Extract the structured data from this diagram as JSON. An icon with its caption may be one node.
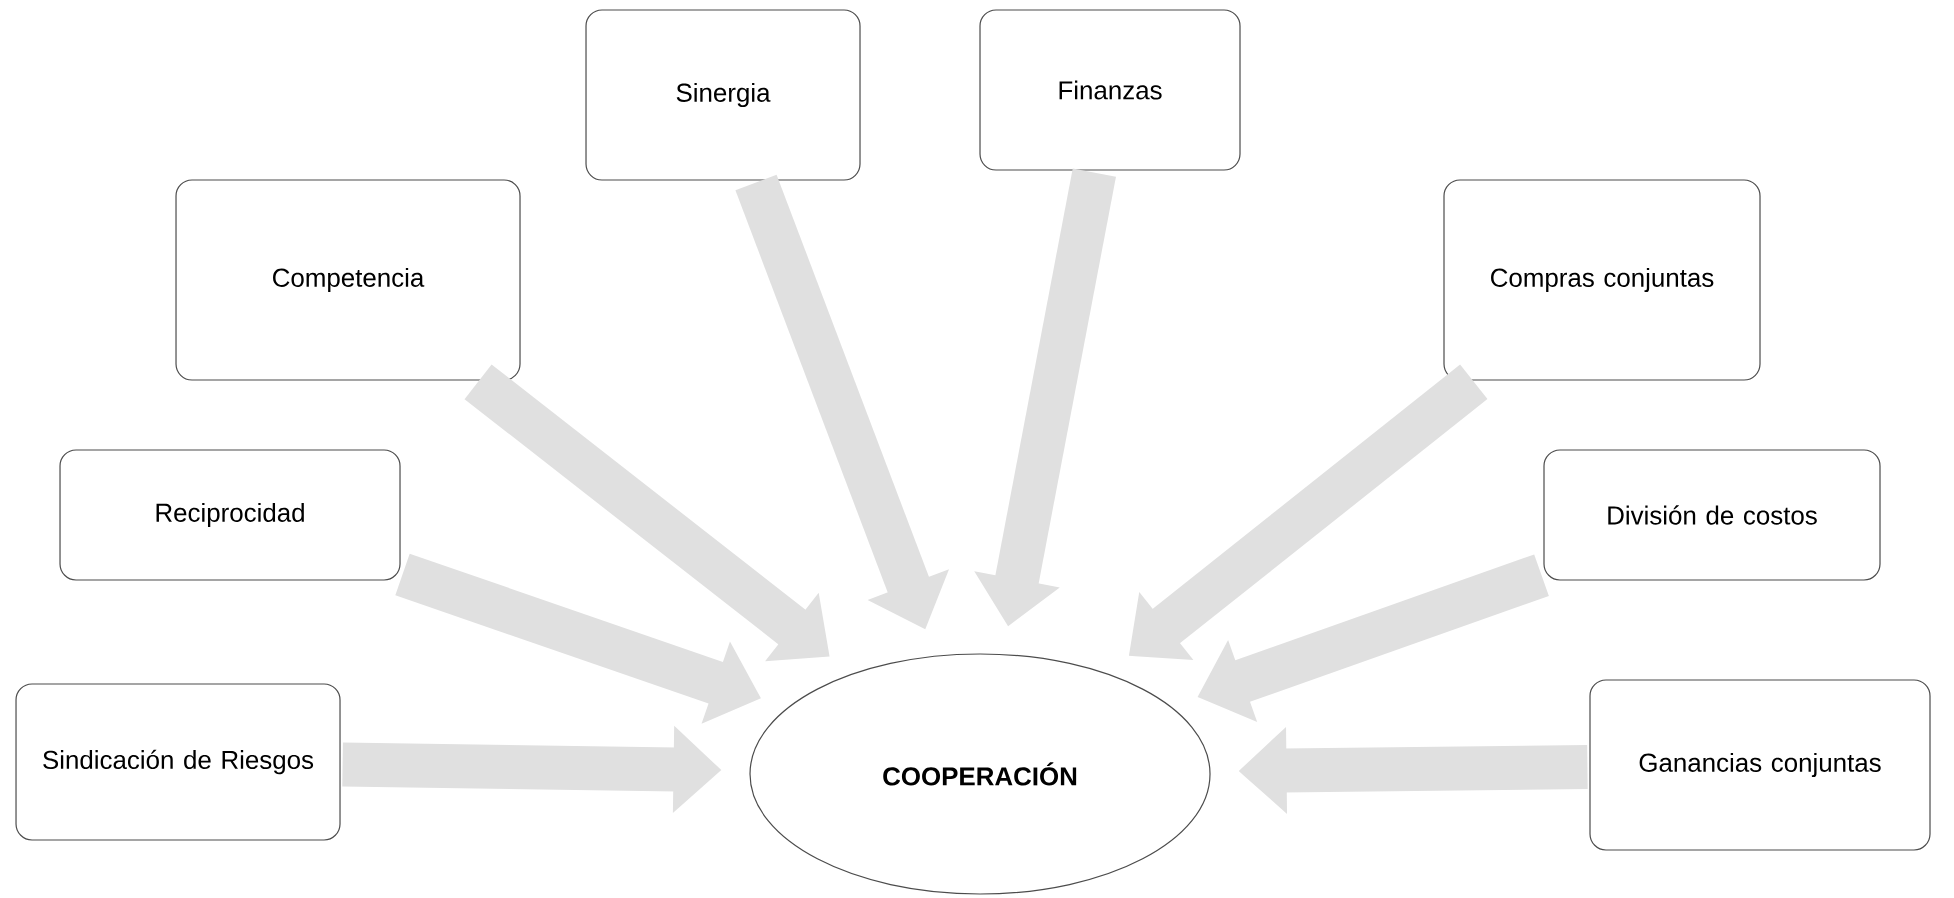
{
  "diagram": {
    "nodes": [
      {
        "text": [
          "Sindicación de Riesgos"
        ]
      },
      {
        "text": [
          "Reciprocidad"
        ]
      },
      {
        "text": [
          "Competencia"
        ]
      },
      {
        "text": [
          "Sinergia"
        ]
      },
      {
        "text": [
          "Finanzas"
        ]
      },
      {
        "text": [
          "Compras conjuntas"
        ]
      },
      {
        "text": [
          "División de costos"
        ]
      },
      {
        "text": [
          "Ganancias conjuntas"
        ]
      },
      {
        "text": [
          "COOPERACIÓN"
        ]
      }
    ],
    "edges": [
      {
        "from": 0,
        "to": 8,
        "arrow": "to"
      },
      {
        "from": 1,
        "to": 8,
        "arrow": "to"
      },
      {
        "from": 2,
        "to": 8,
        "arrow": "to"
      },
      {
        "from": 3,
        "to": 8,
        "arrow": "to"
      },
      {
        "from": 4,
        "to": 8,
        "arrow": "to"
      },
      {
        "from": 5,
        "to": 8,
        "arrow": "to"
      },
      {
        "from": 6,
        "to": 8,
        "arrow": "to"
      },
      {
        "from": 7,
        "to": 8,
        "arrow": "to"
      }
    ]
  }
}
